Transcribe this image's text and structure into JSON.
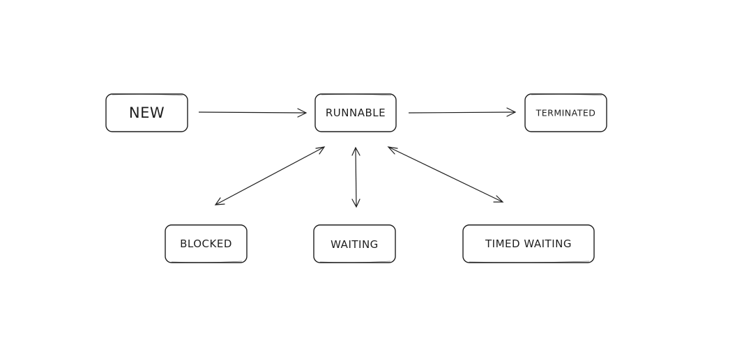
{
  "diagram": {
    "type": "state-transition",
    "nodes": {
      "new": {
        "label": "NEW"
      },
      "runnable": {
        "label": "RUNNABLE"
      },
      "terminated": {
        "label": "TERMINATED"
      },
      "blocked": {
        "label": "BLOCKED"
      },
      "waiting": {
        "label": "WAITING"
      },
      "timed_waiting": {
        "label": "TIMED WAITING"
      }
    },
    "edges": [
      {
        "from": "NEW",
        "to": "RUNNABLE",
        "direction": "forward"
      },
      {
        "from": "RUNNABLE",
        "to": "TERMINATED",
        "direction": "forward"
      },
      {
        "from": "RUNNABLE",
        "to": "BLOCKED",
        "direction": "bidirectional"
      },
      {
        "from": "RUNNABLE",
        "to": "WAITING",
        "direction": "bidirectional"
      },
      {
        "from": "RUNNABLE",
        "to": "TIMED WAITING",
        "direction": "bidirectional"
      }
    ],
    "colors": {
      "stroke": "#1e1e1e",
      "background": "#ffffff"
    }
  }
}
